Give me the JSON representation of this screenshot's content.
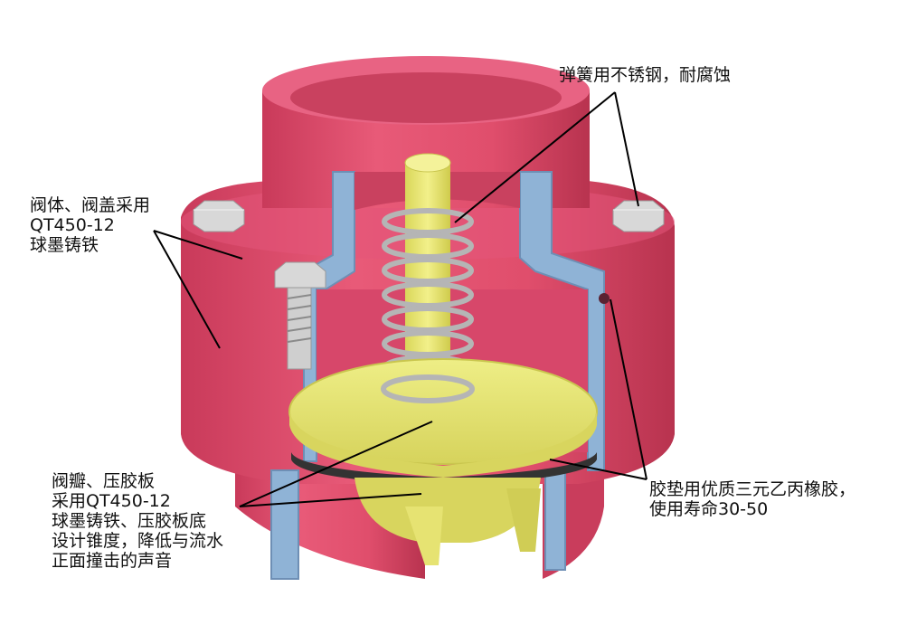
{
  "callouts": {
    "spring": {
      "lines": [
        "弹簧用不锈钢，耐腐蚀"
      ]
    },
    "body": {
      "lines": [
        "阀体、阀盖采用",
        "QT450-12",
        "球墨铸铁"
      ]
    },
    "disc": {
      "lines": [
        "阀瓣、压胶板",
        "采用QT450-12",
        "球墨铸铁、压胶板底",
        "设计锥度，降低与流水",
        "正面撞击的声音"
      ]
    },
    "gasket": {
      "lines": [
        "胶垫用优质三元乙丙橡胶，",
        "使用寿命30-50"
      ]
    }
  },
  "colors": {
    "body": "#E0506E",
    "body_dark": "#C23A59",
    "body_light": "#EE7C93",
    "section": "#8FB3D6",
    "disc": "#E8E878",
    "disc_dark": "#C9C64E",
    "spring": "#B9B9B9",
    "bolt": "#D6D6D6",
    "gasket": "#333333",
    "leader": "#000000"
  }
}
